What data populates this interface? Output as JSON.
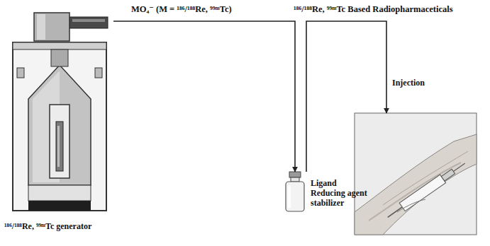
{
  "diagram": {
    "nodes": [
      {
        "text": [
          "¹⁸⁶/¹⁸⁸Re, ⁹⁹ᵐTc generator"
        ]
      },
      {
        "text": [
          "Ligand Reducing agent stabilizer"
        ]
      },
      {
        "text": [
          "Injection"
        ]
      }
    ],
    "edges": [
      {
        "from": 0,
        "to": 1,
        "arrow": "to",
        "label": "MO₄⁻ (M = ¹⁸⁶/¹⁸⁸Re, ⁹⁹ᵐTc)"
      },
      {
        "from": 1,
        "to": 2,
        "arrow": "to",
        "label": "¹⁸⁶/¹⁸⁸Re, ⁹⁹ᵐTc Based Radiopharmaceticals"
      }
    ]
  }
}
